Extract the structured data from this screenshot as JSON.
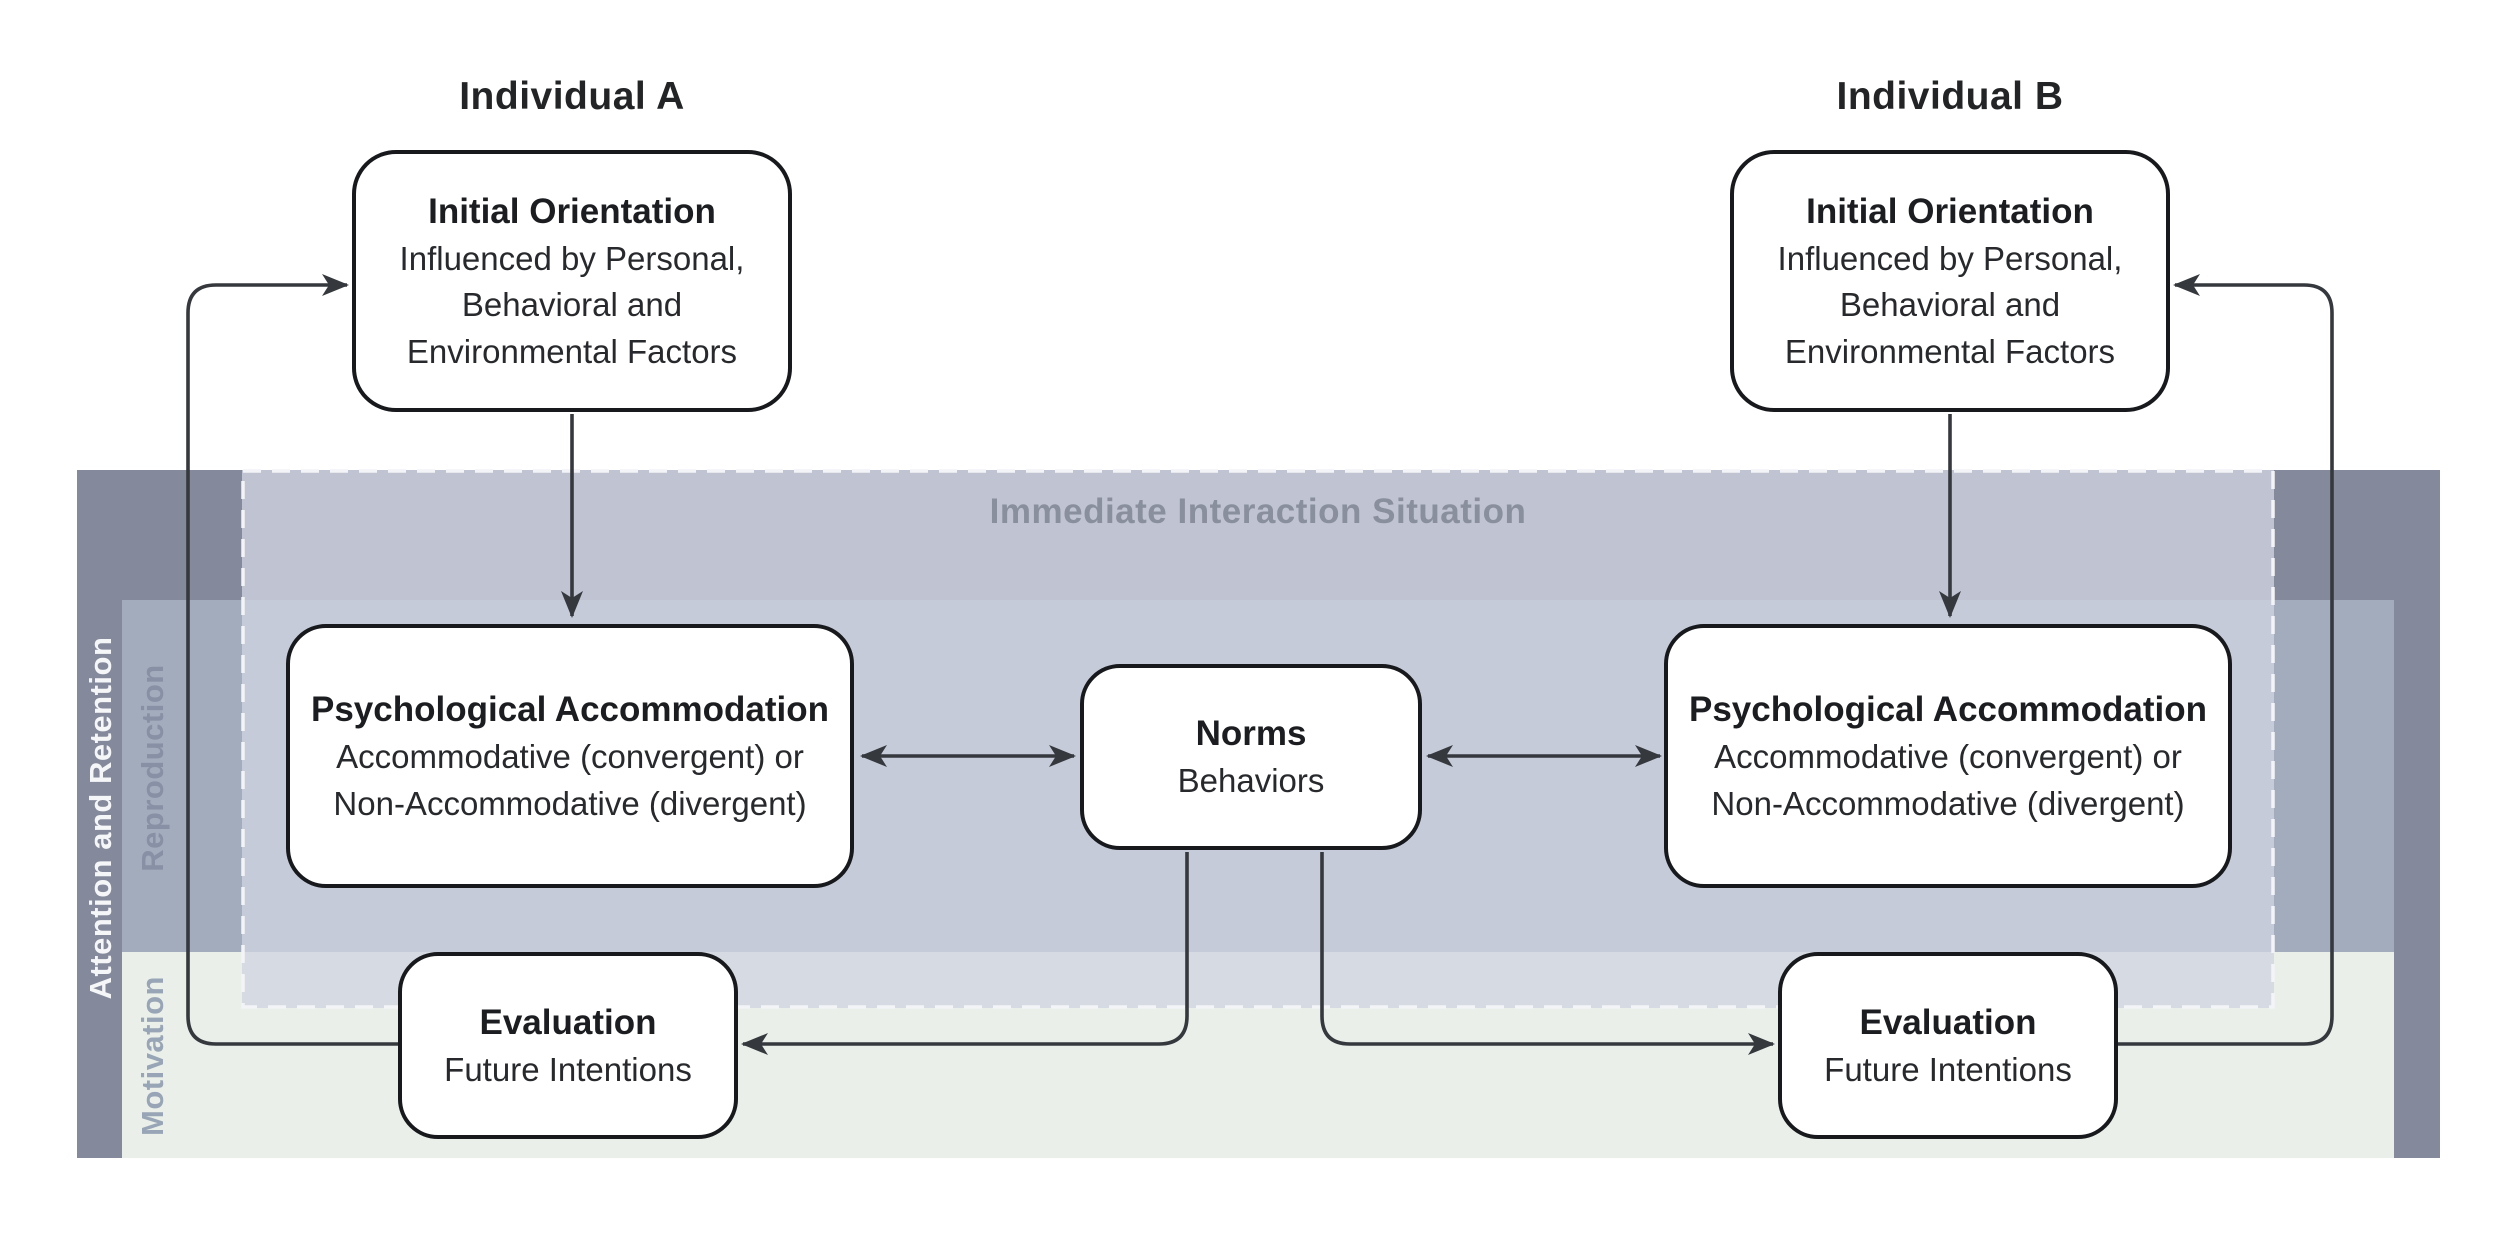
{
  "headers": {
    "individual_a": "Individual A",
    "individual_b": "Individual B"
  },
  "regions": {
    "attention_retention": {
      "label": "Attention and Retention"
    },
    "reproduction": {
      "label": "Reproduction"
    },
    "motivation": {
      "label": "Motivation"
    },
    "interaction": {
      "title": "Immediate Interaction Situation"
    }
  },
  "boxes": {
    "io_a": {
      "title": "Initial Orientation",
      "lines": [
        "Influenced by Personal,",
        "Behavioral and",
        "Environmental Factors"
      ]
    },
    "io_b": {
      "title": "Initial Orientation",
      "lines": [
        "Influenced by Personal,",
        "Behavioral and",
        "Environmental Factors"
      ]
    },
    "psych_a": {
      "title": "Psychological Accommodation",
      "lines": [
        "Accommodative (convergent) or",
        "Non-Accommodative (divergent)"
      ]
    },
    "psych_b": {
      "title": "Psychological Accommodation",
      "lines": [
        "Accommodative (convergent) or",
        "Non-Accommodative (divergent)"
      ]
    },
    "norms": {
      "title": "Norms",
      "lines": [
        "Behaviors"
      ]
    },
    "eval_a": {
      "title": "Evaluation",
      "lines": [
        "Future Intentions"
      ]
    },
    "eval_b": {
      "title": "Evaluation",
      "lines": [
        "Future Intentions"
      ]
    }
  },
  "colors": {
    "band_dark": "#848A9B",
    "band_reproduction": "#A3ACBD",
    "band_motivation": "#EAEFE9",
    "interaction_fill": "rgba(207,212,226,0.78)",
    "interaction_title": "#8A8F9D",
    "reproduction_label": "#8790A4",
    "motivation_label": "#98A5B6",
    "attention_label": "#F5F6F8",
    "arrow": "#35383D",
    "box_border": "#17191C"
  }
}
